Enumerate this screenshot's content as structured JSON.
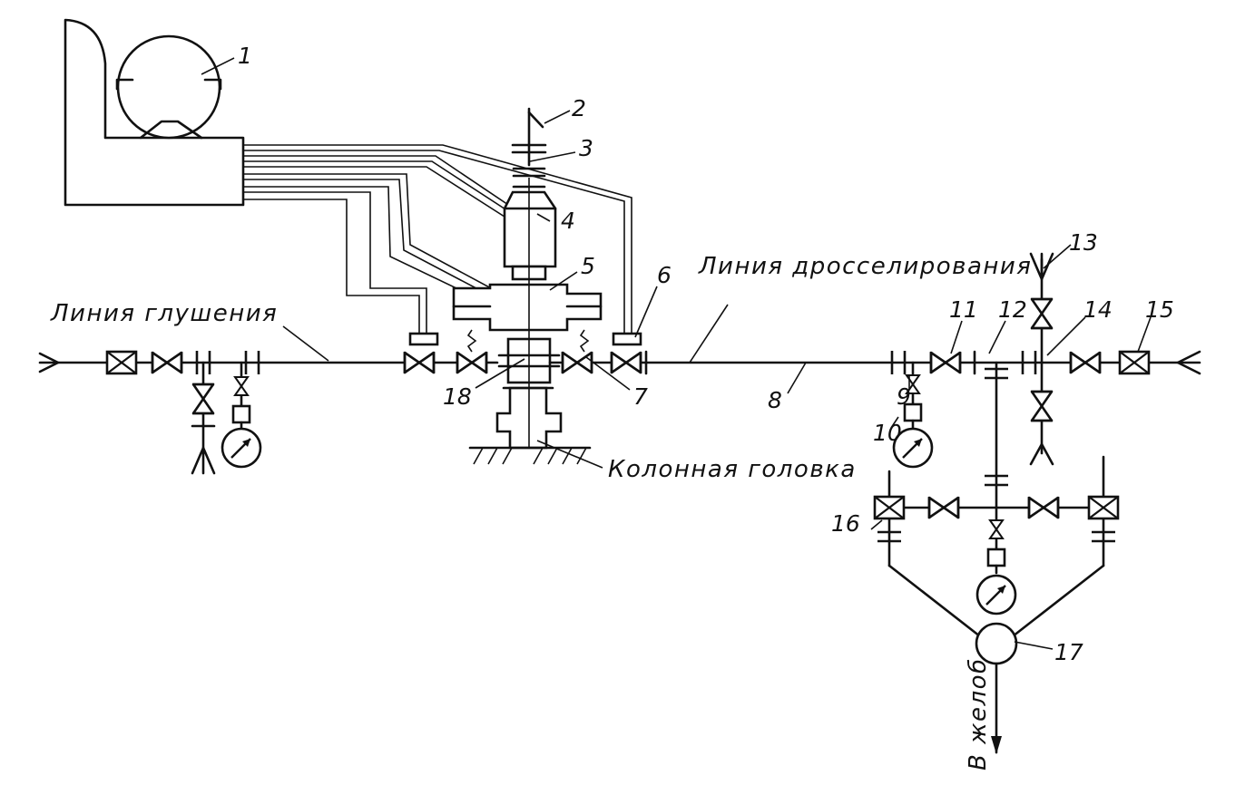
{
  "labels": {
    "n1": "1",
    "n2": "2",
    "n3": "3",
    "n4": "4",
    "n5": "5",
    "n6": "6",
    "n7": "7",
    "n8": "8",
    "n9": "9",
    "n10": "10",
    "n11": "11",
    "n12": "12",
    "n13": "13",
    "n14": "14",
    "n15": "15",
    "n16": "16",
    "n17": "17",
    "n18": "18"
  },
  "captions": {
    "kill_line": "Линия глушения",
    "choke_line": "Линия дросселирования",
    "casing_head": "Колонная головка",
    "to_trough": "В желоб"
  }
}
